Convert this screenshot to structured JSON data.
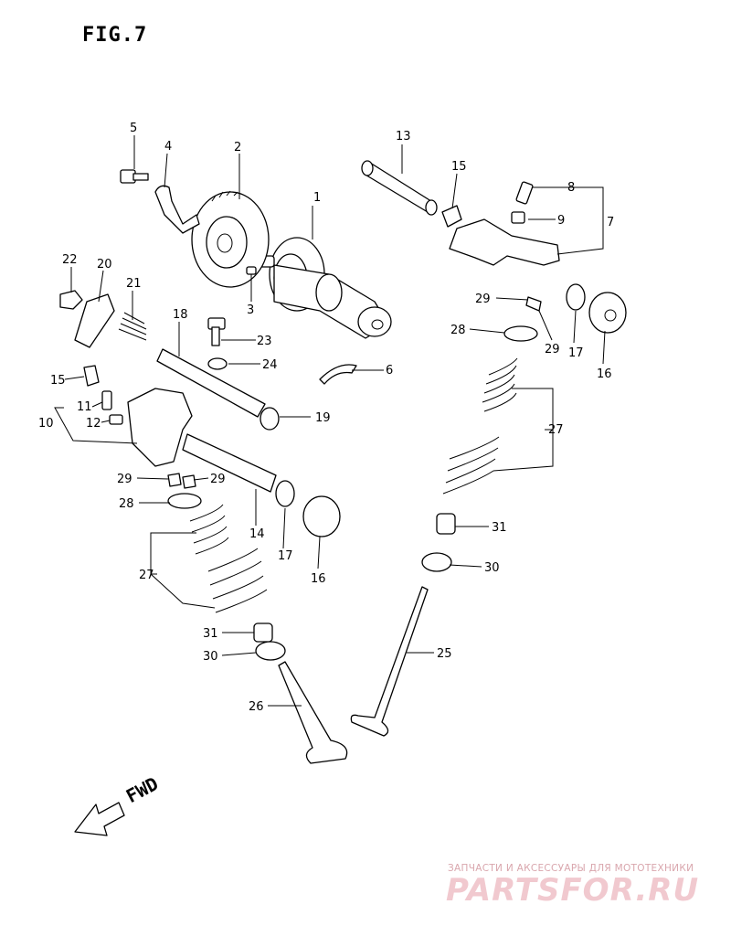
{
  "figure": {
    "title": "FIG.7"
  },
  "direction": {
    "label": "FWD"
  },
  "watermark": {
    "subtitle": "ЗАПЧАСТИ И АКСЕССУАРЫ ДЛЯ МОТОТЕХНИКИ",
    "logo": "PARTSFOR.RU"
  },
  "callouts": [
    {
      "id": "1",
      "text": "1"
    },
    {
      "id": "2",
      "text": "2"
    },
    {
      "id": "3",
      "text": "3"
    },
    {
      "id": "4",
      "text": "4"
    },
    {
      "id": "5",
      "text": "5"
    },
    {
      "id": "6",
      "text": "6"
    },
    {
      "id": "7",
      "text": "7"
    },
    {
      "id": "8",
      "text": "8"
    },
    {
      "id": "9",
      "text": "9"
    },
    {
      "id": "10",
      "text": "10"
    },
    {
      "id": "11",
      "text": "11"
    },
    {
      "id": "12",
      "text": "12"
    },
    {
      "id": "13",
      "text": "13"
    },
    {
      "id": "14",
      "text": "14"
    },
    {
      "id": "15a",
      "text": "15"
    },
    {
      "id": "15b",
      "text": "15"
    },
    {
      "id": "16a",
      "text": "16"
    },
    {
      "id": "16b",
      "text": "16"
    },
    {
      "id": "17a",
      "text": "17"
    },
    {
      "id": "17b",
      "text": "17"
    },
    {
      "id": "18",
      "text": "18"
    },
    {
      "id": "19",
      "text": "19"
    },
    {
      "id": "20",
      "text": "20"
    },
    {
      "id": "21",
      "text": "21"
    },
    {
      "id": "22",
      "text": "22"
    },
    {
      "id": "23",
      "text": "23"
    },
    {
      "id": "24",
      "text": "24"
    },
    {
      "id": "25",
      "text": "25"
    },
    {
      "id": "26",
      "text": "26"
    },
    {
      "id": "27a",
      "text": "27"
    },
    {
      "id": "27b",
      "text": "27"
    },
    {
      "id": "28a",
      "text": "28"
    },
    {
      "id": "28b",
      "text": "28"
    },
    {
      "id": "29a",
      "text": "29"
    },
    {
      "id": "29b",
      "text": "29"
    },
    {
      "id": "29c",
      "text": "29"
    },
    {
      "id": "29d",
      "text": "29"
    },
    {
      "id": "30a",
      "text": "30"
    },
    {
      "id": "30b",
      "text": "30"
    },
    {
      "id": "31a",
      "text": "31"
    },
    {
      "id": "31b",
      "text": "31"
    }
  ]
}
